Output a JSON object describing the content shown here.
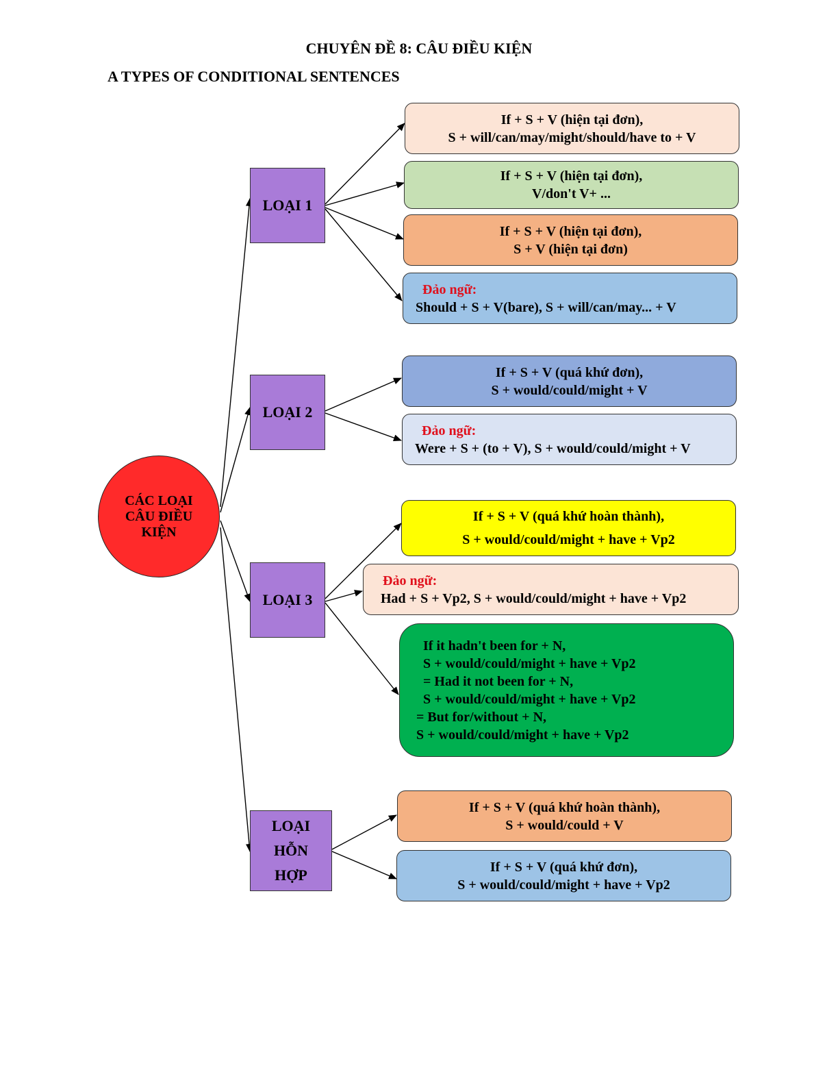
{
  "title": "CHUYÊN ĐỀ 8: CÂU ĐIỀU KIỆN",
  "subtitle": "A TYPES OF CONDITIONAL SENTENCES",
  "root": {
    "label": "CÁC LOẠI CÂU ĐIỀU KIỆN",
    "color": "#ff2a2a"
  },
  "types": [
    {
      "label": "LOẠI 1"
    },
    {
      "label": "LOẠI 2"
    },
    {
      "label": "LOẠI 3"
    },
    {
      "label": "LOẠI HỖN HỢP"
    }
  ],
  "boxes": {
    "t1_a": {
      "lines": [
        "If + S + V (hiện tại đơn),",
        "S + will/can/may/might/should/have to + V"
      ],
      "color": "#fce4d6"
    },
    "t1_b": {
      "lines": [
        "If + S + V (hiện tại đơn),",
        "V/don't V+ ..."
      ],
      "color": "#c6e0b4"
    },
    "t1_c": {
      "lines": [
        "If + S + V (hiện tại đơn),",
        "S + V (hiện tại đơn)"
      ],
      "color": "#f4b183"
    },
    "t1_d": {
      "heading": "Đảo ngữ:",
      "lines": [
        "Should + S + V(bare), S + will/can/may... + V"
      ],
      "color": "#9dc3e6"
    },
    "t2_a": {
      "lines": [
        "If + S + V (quá khứ đơn),",
        "S + would/could/might + V"
      ],
      "color": "#8faadc"
    },
    "t2_b": {
      "heading": "Đảo ngữ:",
      "lines": [
        "Were + S + (to + V), S + would/could/might + V"
      ],
      "color": "#dae3f3"
    },
    "t3_a": {
      "lines": [
        "If + S + V (quá khứ hoàn thành),",
        "S + would/could/might + have + Vp2"
      ],
      "color": "#ffff00"
    },
    "t3_b": {
      "heading": "Đảo ngữ:",
      "lines": [
        "Had + S + Vp2, S + would/could/might + have + Vp2"
      ],
      "color": "#fce4d6"
    },
    "t3_c": {
      "lines": [
        "If it hadn't been for + N,",
        "S + would/could/might + have + Vp2",
        "= Had it not been for + N,",
        "S + would/could/might + have + Vp2",
        "= But for/without + N,",
        "S + would/could/might + have + Vp2"
      ],
      "color": "#00b050"
    },
    "mx_a": {
      "lines": [
        "If + S + V (quá khứ hoàn thành),",
        "S + would/could + V"
      ],
      "color": "#f4b183"
    },
    "mx_b": {
      "lines": [
        "If + S + V (quá khứ đơn),",
        "S + would/could/might + have + Vp2"
      ],
      "color": "#9dc3e6"
    }
  },
  "colors": {
    "type_box": "#a97bd8",
    "inversion_heading": "#e0101c"
  }
}
